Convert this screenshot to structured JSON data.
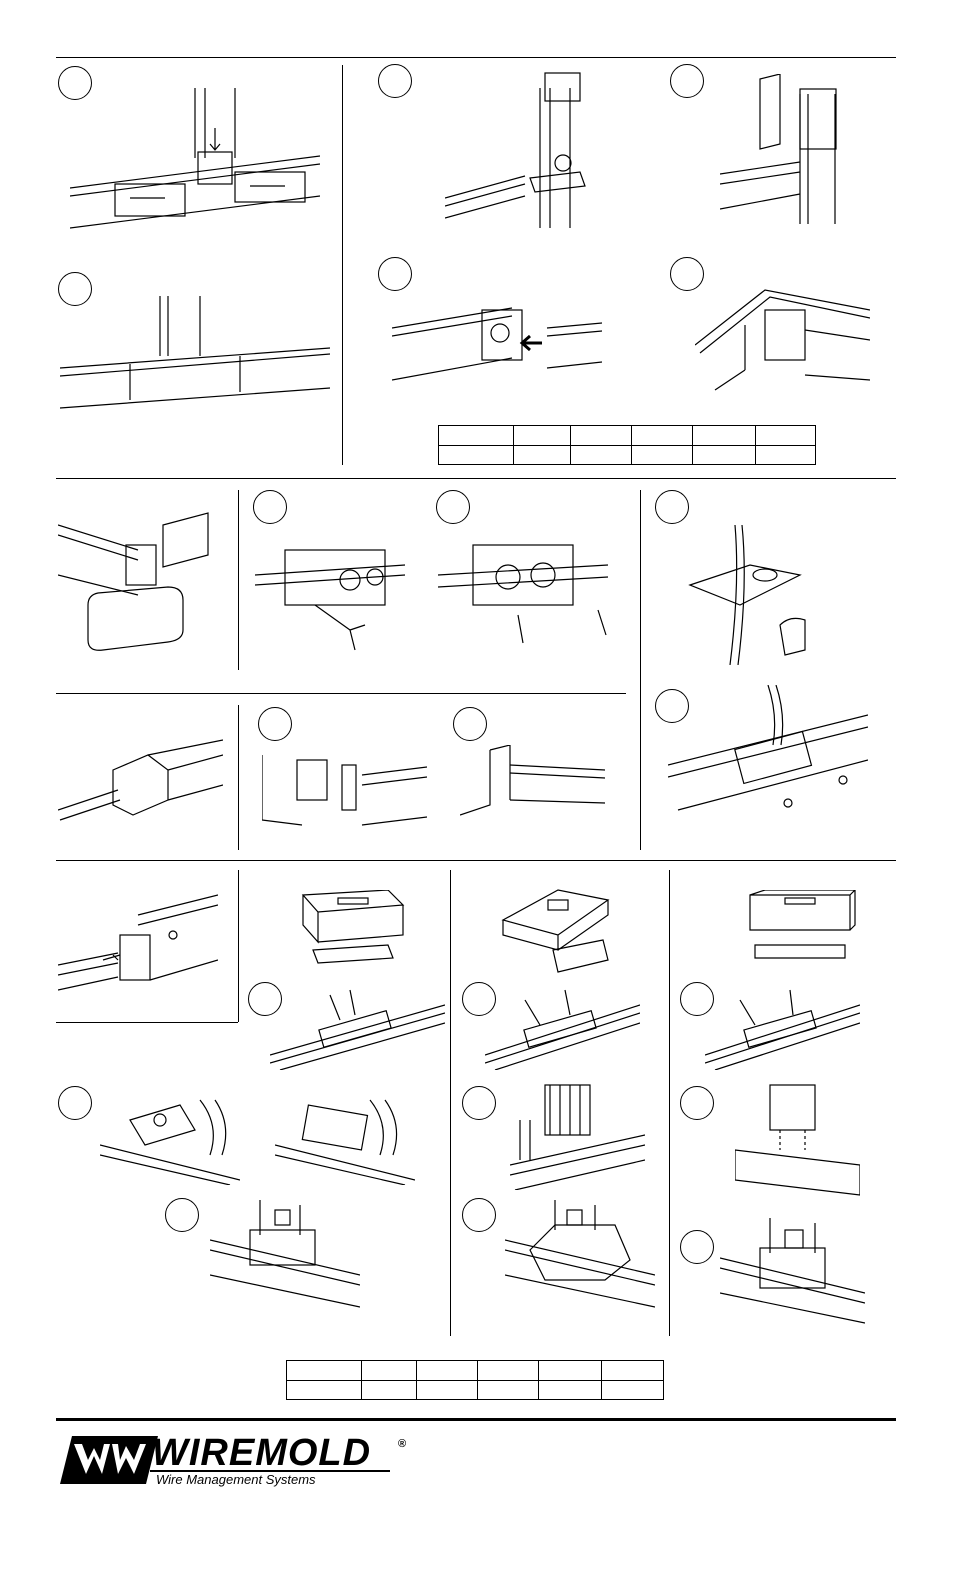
{
  "logo": {
    "brand": "WIREMOLD",
    "registered": "®",
    "tagline": "Wire Management Systems",
    "mark-icon": "wiremold-wm-mark"
  },
  "tables": {
    "top_table": {
      "rows": 2,
      "cols": 6
    },
    "bottom_table": {
      "rows": 2,
      "cols": 6
    }
  },
  "colors": {
    "ink": "#000000",
    "paper": "#ffffff"
  }
}
